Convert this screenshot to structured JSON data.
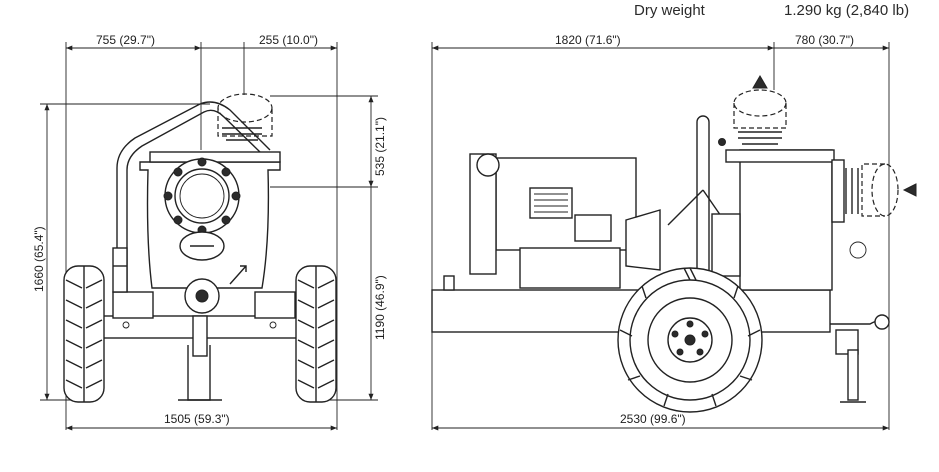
{
  "header": {
    "weight_label": "Dry weight",
    "weight_value": "1.290 kg (2,840 lb)"
  },
  "dimensions": {
    "front_left_width": "755 (29.7\")",
    "front_top_offset": "255 (10.0\")",
    "front_upper_height": "535 (21.1\")",
    "front_total_height": "1660 (65.4\")",
    "front_lower_height": "1190 (46.9\")",
    "front_track_width": "1505 (59.3\")",
    "side_top_left": "1820 (71.6\")",
    "side_top_right": "780 (30.7\")",
    "side_total_length": "2530 (99.6\")"
  }
}
